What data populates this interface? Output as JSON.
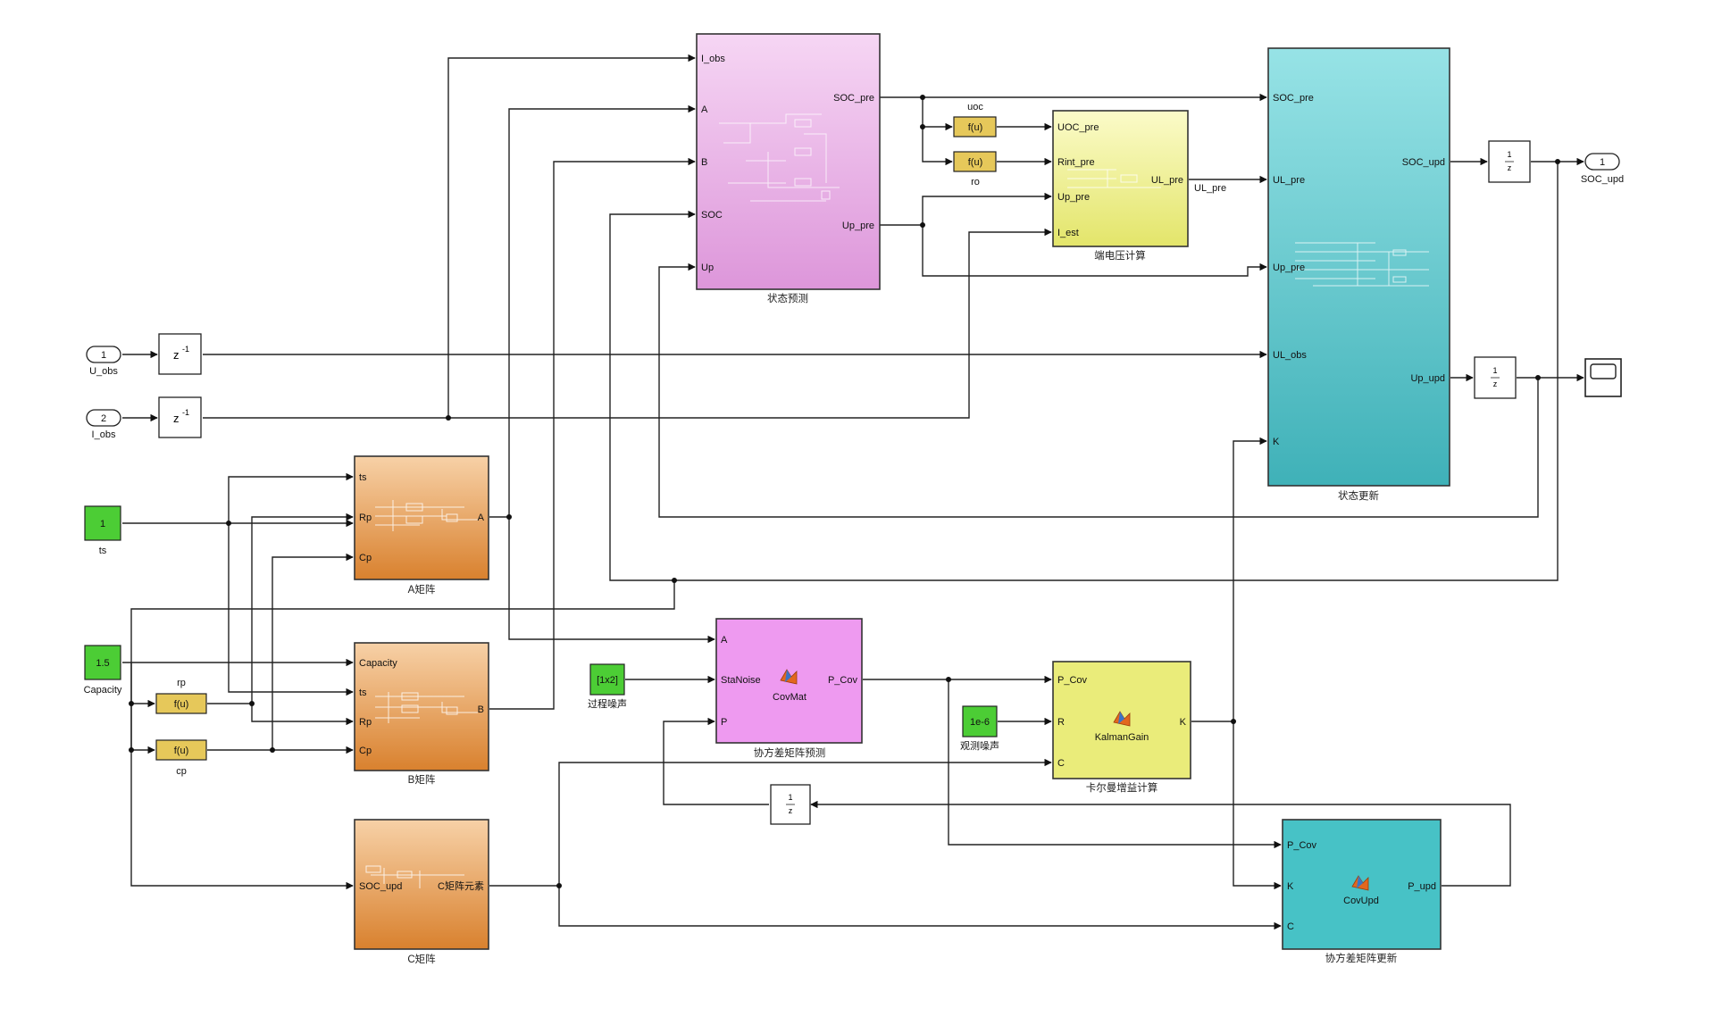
{
  "colors": {
    "pink": "#e9a6e6",
    "pink_top": "#f6d6f4",
    "cyan": "#4fc3c8",
    "cyan_top": "#97e3e6",
    "orange": "#de8b3c",
    "orange_top": "#f7d1a7",
    "yellow": "#eaec7a",
    "yellow_top": "#fbfbc9",
    "green": "#4ccd35",
    "gain_yellow": "#e6c85a",
    "magenta_fn": "#ee9af0",
    "teal_fn": "#47c2c6"
  },
  "blocks": {
    "state_pred": {
      "title": "状态预测",
      "in": [
        "I_obs",
        "A",
        "B",
        "SOC",
        "Up"
      ],
      "out": [
        "SOC_pre",
        "Up_pre"
      ]
    },
    "state_upd": {
      "title": "状态更新",
      "in": [
        "SOC_pre",
        "UL_pre",
        "Up_pre",
        "UL_obs",
        "K"
      ],
      "out": [
        "SOC_upd",
        "Up_upd"
      ]
    },
    "term_v": {
      "title": "端电压计算",
      "in": [
        "UOC_pre",
        "Rint_pre",
        "Up_pre",
        "I_est"
      ],
      "out": [
        "UL_pre"
      ]
    },
    "a_mat": {
      "title": "A矩阵",
      "in": [
        "ts",
        "Rp",
        "Cp"
      ],
      "out": [
        "A"
      ]
    },
    "b_mat": {
      "title": "B矩阵",
      "in": [
        "Capacity",
        "ts",
        "Rp",
        "Cp"
      ],
      "out": [
        "B"
      ]
    },
    "c_mat": {
      "title": "C矩阵",
      "in": [
        "SOC_upd"
      ],
      "out": [
        "C矩阵元素"
      ]
    },
    "cov_pred": {
      "title": "协方差矩阵预测",
      "fn": "CovMat",
      "in": [
        "A",
        "StaNoise",
        "P"
      ],
      "out": [
        "P_Cov"
      ]
    },
    "kalman": {
      "title": "卡尔曼增益计算",
      "fn": "KalmanGain",
      "in": [
        "P_Cov",
        "R",
        "C"
      ],
      "out": [
        "K"
      ]
    },
    "cov_upd": {
      "title": "协方差矩阵更新",
      "fn": "CovUpd",
      "in": [
        "P_Cov",
        "K",
        "C"
      ],
      "out": [
        "P_upd"
      ]
    }
  },
  "inports": [
    {
      "num": "1",
      "name": "U_obs"
    },
    {
      "num": "2",
      "name": "I_obs"
    }
  ],
  "outport": {
    "num": "1",
    "name": "SOC_upd"
  },
  "delays": {
    "text": "z",
    "sup": "-1"
  },
  "integrator": {
    "num": "1",
    "den": "z"
  },
  "constants": {
    "ts": {
      "value": "1",
      "name": "ts"
    },
    "capacity": {
      "value": "1.5",
      "name": "Capacity"
    },
    "stanoise": {
      "value": "[1x2]",
      "name": "过程噪声"
    },
    "obsnoise": {
      "value": "1e-6",
      "name": "观测噪声"
    }
  },
  "fcns": {
    "expr": "f(u)",
    "uoc": "uoc",
    "ro": "ro",
    "rp": "rp",
    "cp": "cp"
  },
  "signals": {
    "ul_pre": "UL_pre"
  },
  "icons": [
    "matlab-function-icon",
    "scope-icon"
  ]
}
